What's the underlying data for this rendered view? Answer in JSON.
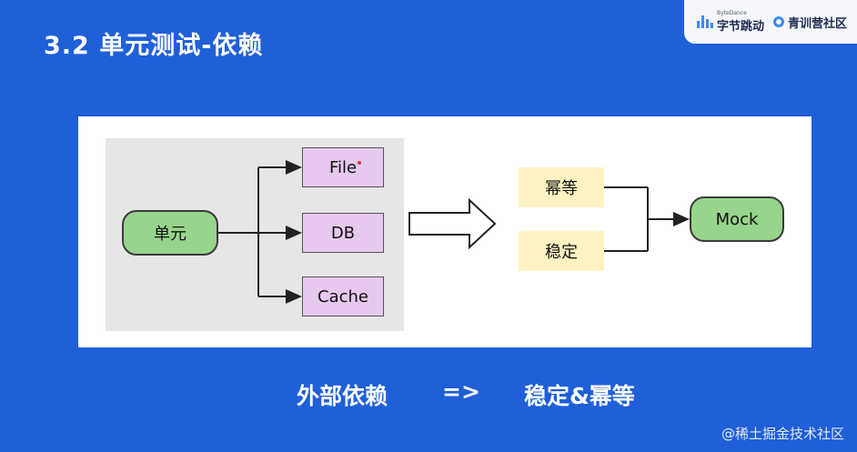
{
  "slide": {
    "title": "3.2 单元测试-依赖"
  },
  "logos": {
    "bytedance_small": "ByteDance",
    "bytedance": "字节跳动",
    "qingxun": "青训营社区"
  },
  "diagram": {
    "source_node": "单元",
    "dependencies": [
      "File",
      "DB",
      "Cache"
    ],
    "properties": [
      "幂等",
      "稳定"
    ],
    "target_node": "Mock"
  },
  "bottom": {
    "left": "外部依赖",
    "arrow": "=>",
    "right": "稳定&幂等"
  },
  "watermark": "@稀土掘金技术社区",
  "colors": {
    "background": "#1f5fd8",
    "pill_green": "#97d48c",
    "box_purple": "#e7c8ee",
    "box_yellow": "#fff3c4"
  }
}
